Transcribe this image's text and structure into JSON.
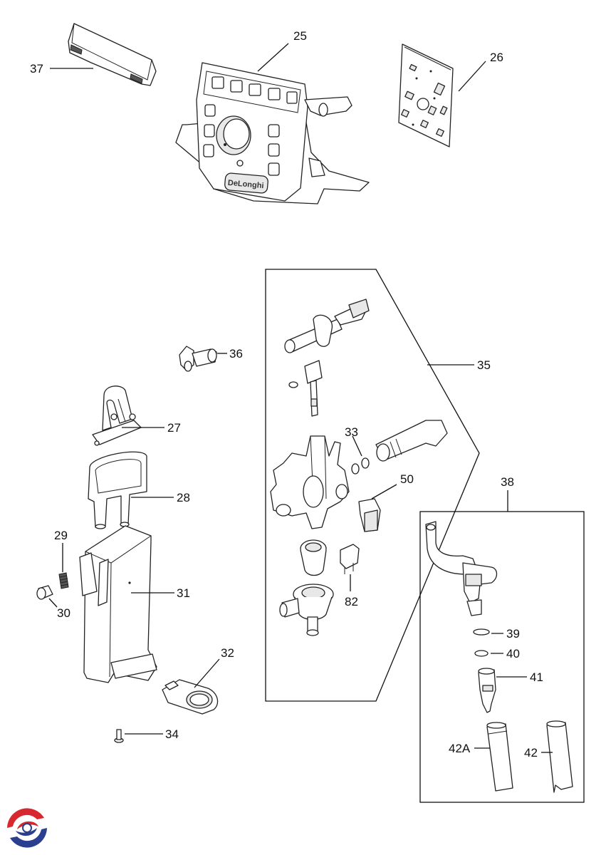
{
  "labels": {
    "p25": "25",
    "p26": "26",
    "p27": "27",
    "p28": "28",
    "p29": "29",
    "p30": "30",
    "p31": "31",
    "p32": "32",
    "p33": "33",
    "p34": "34",
    "p35": "35",
    "p36": "36",
    "p37": "37",
    "p38": "38",
    "p39": "39",
    "p40": "40",
    "p41": "41",
    "p42": "42",
    "p42a": "42A",
    "p50": "50",
    "p82": "82"
  },
  "brand_text": "DeLonghi",
  "colors": {
    "logo_red": "#d6282e",
    "logo_blue": "#2a3f8f",
    "line": "#111111"
  }
}
